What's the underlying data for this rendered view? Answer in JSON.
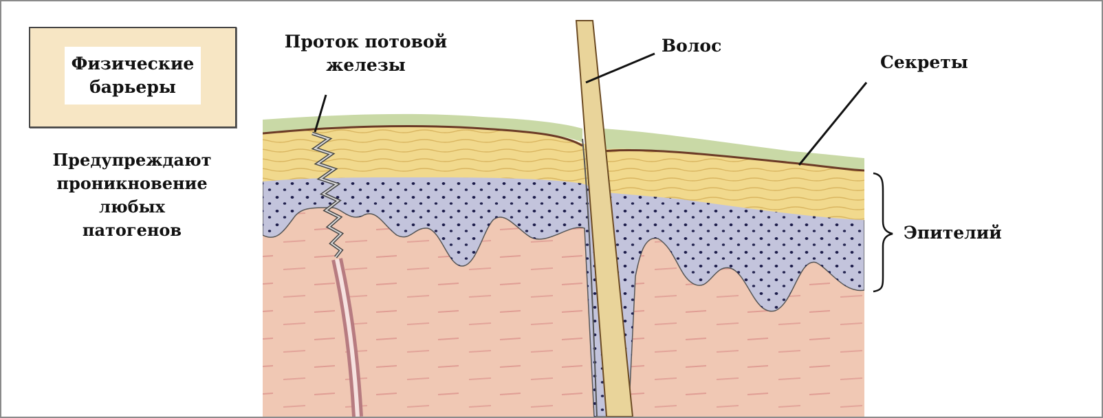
{
  "title": {
    "line1": "Физические",
    "line2": "барьеры"
  },
  "description": {
    "line1": "Предупреждают",
    "line2": "проникновение",
    "line3": "любых",
    "line4": "патогенов"
  },
  "labels": {
    "sweat_duct_line1": "Проток потовой",
    "sweat_duct_line2": "железы",
    "hair": "Волос",
    "secretions": "Секреты",
    "epithelium": "Эпителий"
  },
  "colors": {
    "secretion": "#c9d9a6",
    "stratum": "#f1d98d",
    "epithelium": "#c3c4dc",
    "dermis": "#f0c8b4",
    "hair": "#e9d49a",
    "outline": "#6b3a26"
  }
}
